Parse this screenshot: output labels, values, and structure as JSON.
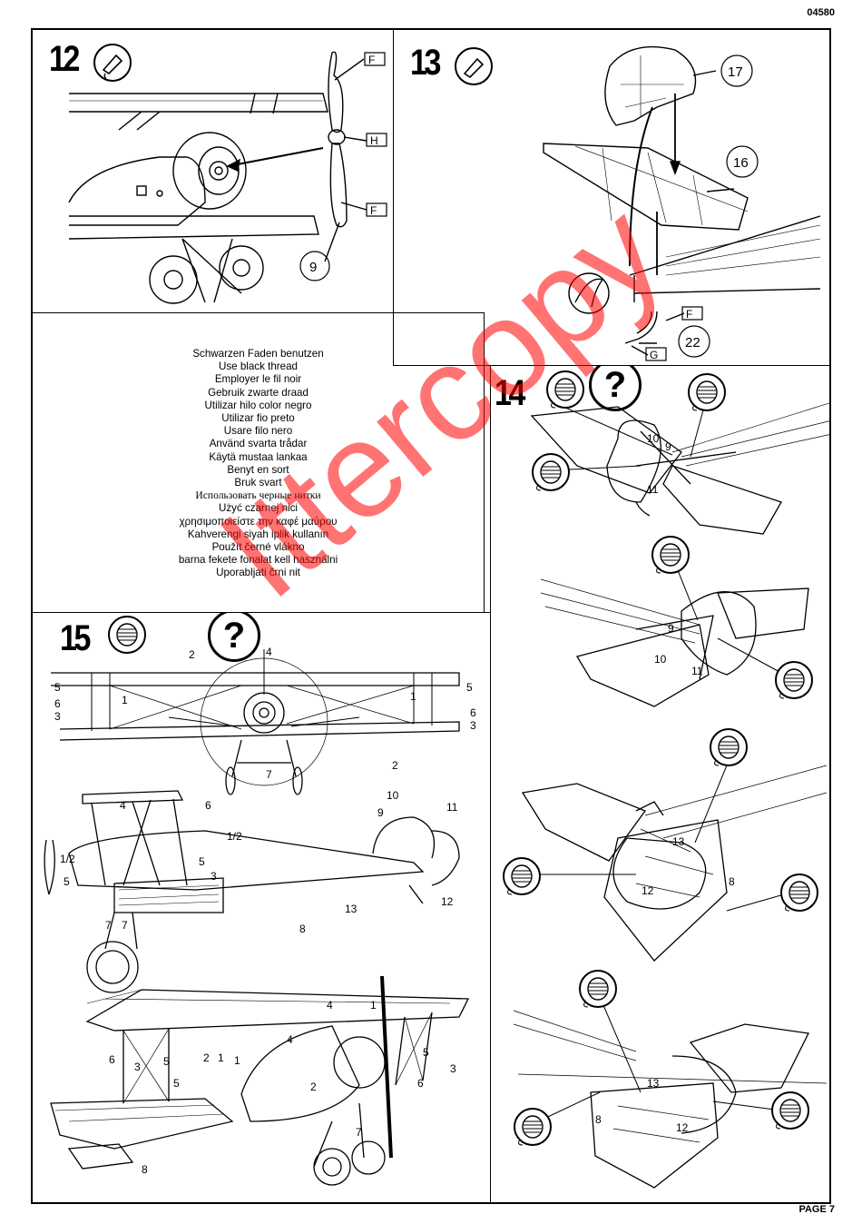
{
  "header": {
    "code": "04580"
  },
  "footer": {
    "page": "PAGE 7"
  },
  "steps": {
    "s12": {
      "num": "12",
      "labels": {
        "f1": "F",
        "h": "H",
        "f2": "F",
        "part": "9"
      }
    },
    "s13": {
      "num": "13",
      "labels": {
        "p17": "17",
        "p16": "16",
        "f": "F",
        "g": "G",
        "p22": "22"
      }
    },
    "s14": {
      "num": "14",
      "question": "?",
      "labels": [
        "9",
        "10",
        "11",
        "9",
        "10",
        "11",
        "13",
        "12",
        "8",
        "13",
        "8",
        "12"
      ]
    },
    "s15": {
      "num": "15",
      "question": "?"
    }
  },
  "thread_note": [
    "Schwarzen Faden benutzen",
    "Use black thread",
    "Employer le fil noir",
    "Gebruik zwarte draad",
    "Utilizar hilo color negro",
    "Utilizar fio preto",
    "Usare filo nero",
    "Använd svarta trådar",
    "Käytä mustaa lankaa",
    "Benyt en sort",
    "Bruk svart",
    "Использовать черные нитки",
    "Użyć czarnej nici",
    "χρησιμοποιείστε την καφέ μαύρου",
    "Kahverengi siyah iplik kullanın",
    "Použít černé vlákno",
    "barna fekete fonalat kell használni",
    "Uporabljati črni nit"
  ],
  "front_view_labels": [
    "2",
    "4",
    "5",
    "6",
    "3",
    "1",
    "1",
    "5",
    "6",
    "3",
    "2",
    "7"
  ],
  "side_view_labels": [
    "4",
    "6",
    "1/2",
    "1/2",
    "5",
    "3",
    "5",
    "7",
    "7",
    "10",
    "9",
    "11",
    "13",
    "12",
    "8"
  ],
  "iso_view_labels": [
    "6",
    "3",
    "5",
    "5",
    "2",
    "1",
    "1",
    "4",
    "4",
    "1",
    "5",
    "6",
    "3",
    "2",
    "7",
    "8"
  ],
  "watermark": "Ittercopy"
}
